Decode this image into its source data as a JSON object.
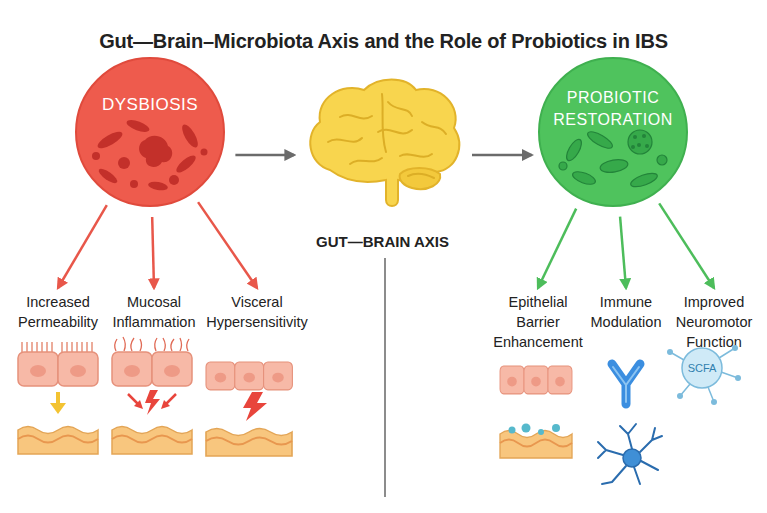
{
  "diagram": {
    "title": "Gut—Brain–Microbiota Axis and the Role of Probiotics in IBS",
    "nodes": [
      {
        "text": [
          "DYSBIOSIS"
        ]
      },
      {
        "text": [
          "GUT—BRAIN AXIS"
        ]
      },
      {
        "text": [
          "PROBIOTIC RESTORATION"
        ]
      },
      {
        "text": [
          "Increased Permeability"
        ]
      },
      {
        "text": [
          "Mucosal Inflammation"
        ]
      },
      {
        "text": [
          "Visceral Hypersensitivity"
        ]
      },
      {
        "text": [
          "Epithelial Barrier Enhancement"
        ]
      },
      {
        "text": [
          "Immune Modulation"
        ]
      },
      {
        "text": [
          "Improved Neuromotor Function"
        ]
      }
    ],
    "edges": [
      {
        "from": 0,
        "to": 1,
        "arrow": "to"
      },
      {
        "from": 1,
        "to": 2,
        "arrow": "to"
      },
      {
        "from": 0,
        "to": 3,
        "arrow": "to"
      },
      {
        "from": 0,
        "to": 4,
        "arrow": "to"
      },
      {
        "from": 0,
        "to": 5,
        "arrow": "to"
      },
      {
        "from": 2,
        "to": 6,
        "arrow": "to"
      },
      {
        "from": 2,
        "to": 7,
        "arrow": "to"
      },
      {
        "from": 2,
        "to": 8,
        "arrow": "to"
      }
    ],
    "labels": [
      "SCFA"
    ]
  }
}
